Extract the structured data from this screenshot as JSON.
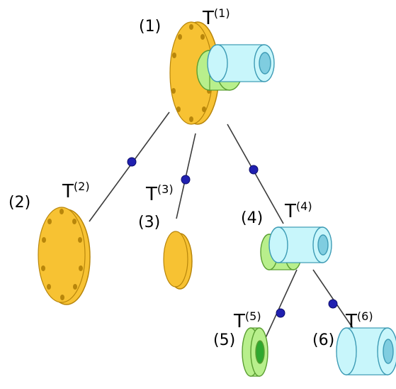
{
  "diagram": {
    "colors": {
      "flange": "#f7c233",
      "flange_edge": "#b8860b",
      "hub": "#b8ef8c",
      "hub_edge": "#5a9e32",
      "pipe": "#c8f6fb",
      "pipe_edge": "#3d9bb5",
      "connector": "#3b3b3b",
      "node_dot": "#2020b0"
    },
    "parts": {
      "p1": {
        "number": "(1)",
        "transform": "T",
        "superscript": "(1)",
        "shape": "assembly"
      },
      "p2": {
        "number": "(2)",
        "transform": "T",
        "superscript": "(2)",
        "shape": "flange-disc"
      },
      "p3": {
        "number": "(3)",
        "transform": "T",
        "superscript": "(3)",
        "shape": "small-disc"
      },
      "p4": {
        "number": "(4)",
        "transform": "T",
        "superscript": "(4)",
        "shape": "hub-with-pipe"
      },
      "p5": {
        "number": "(5)",
        "transform": "T",
        "superscript": "(5)",
        "shape": "ring"
      },
      "p6": {
        "number": "(6)",
        "transform": "T",
        "superscript": "(6)",
        "shape": "pipe"
      }
    },
    "edges": [
      {
        "from": "(1)",
        "to": "(2)"
      },
      {
        "from": "(1)",
        "to": "(3)"
      },
      {
        "from": "(1)",
        "to": "(4)"
      },
      {
        "from": "(4)",
        "to": "(5)"
      },
      {
        "from": "(4)",
        "to": "(6)"
      }
    ]
  }
}
